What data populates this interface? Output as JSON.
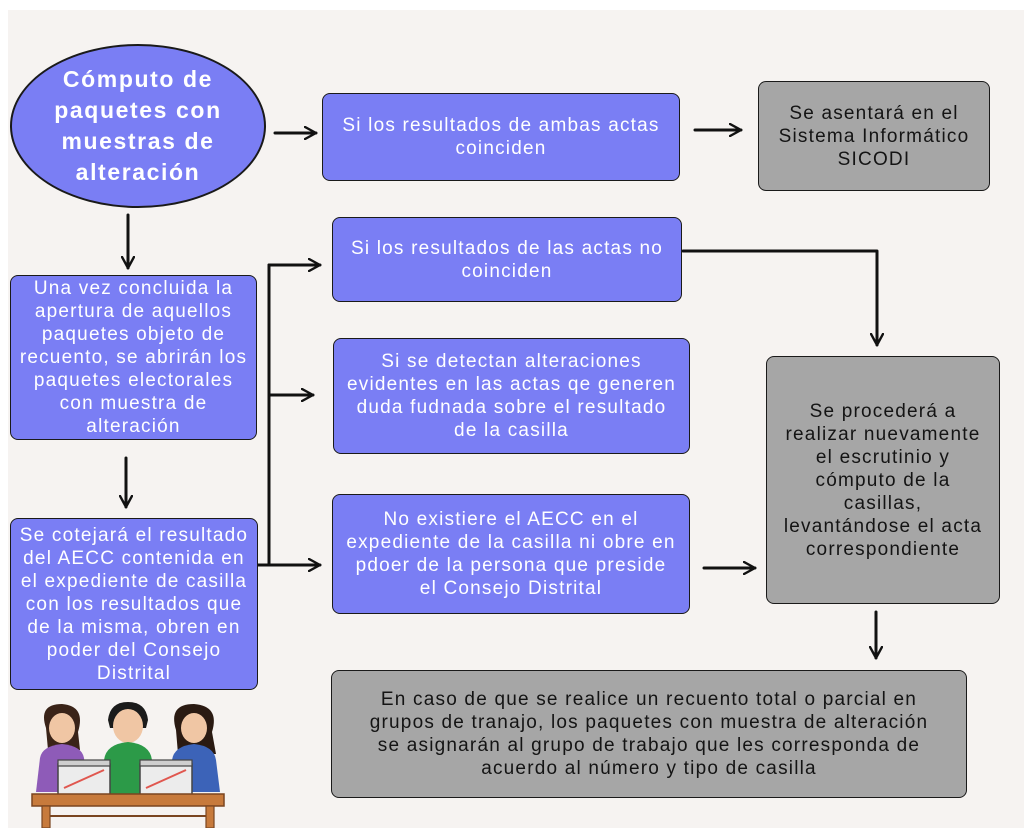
{
  "nodes": {
    "start": "Cómputo de paquetes con muestras de alteración",
    "coinciden": "Si los resultados de ambas actas coinciden",
    "sicodi": "Se asentará en el Sistema Informático SICODI",
    "no_coinciden": "Si los resultados de las actas no coinciden",
    "apertura": "Una vez concluida la apertura de aquellos paquetes objeto de recuento, se abrirán los paquetes electorales con muestra de alteración",
    "alteraciones": "Si se detectan alteraciones evidentes en las actas qe generen duda fudnada sobre el resultado de la casilla",
    "escrutinio": "Se procederá a realizar nuevamente el escrutinio y cómputo de la casillas, levantándose el acta correspondiente",
    "cotejara": "Se cotejará el resultado del AECC contenida en el expediente de casilla con los resultados que de la misma, obren en poder del Consejo Distrital",
    "no_aecc": "No existiere el AECC en el expediente de la casilla ni obre en pdoer de la persona que preside el Consejo Distrital",
    "recuento": "En caso de que se realice un recuento total o parcial en grupos de tranajo, los paquetes con muestra de alteración se asignarán al grupo de trabajo que les corresponda de acuerdo al número y tipo de casilla"
  },
  "colors": {
    "blue_box": "#7a7ef4",
    "gray_box": "#a6a6a6",
    "background": "#f6f3f1",
    "arrow": "#111111"
  },
  "illustration": "people-counting-ballot-boxes"
}
